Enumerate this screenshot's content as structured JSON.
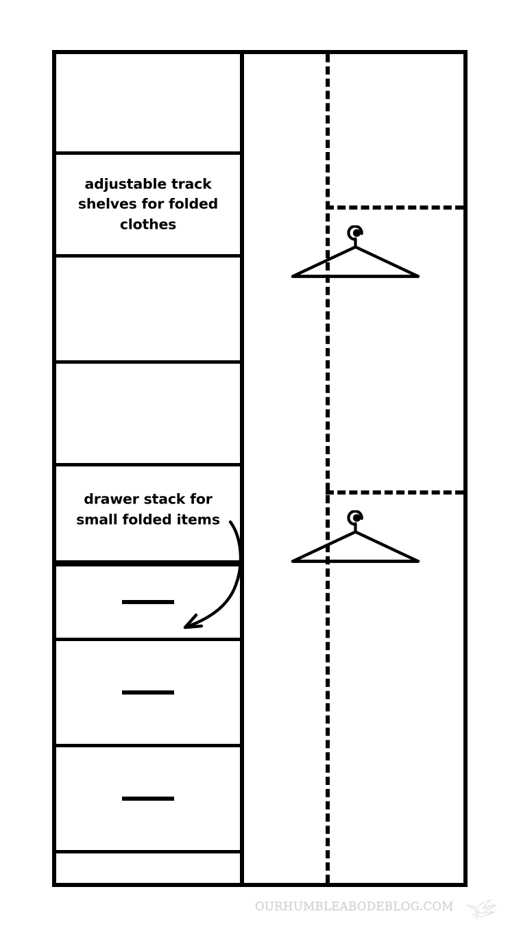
{
  "diagram": {
    "title": "Closet organizer elevation diagram",
    "frame": {
      "left_tower_label": "shelf-and-drawer-tower",
      "right_bay_label": "double-hang-section"
    },
    "left_tower": {
      "cells": [
        {
          "id": "top-shelf",
          "label": ""
        },
        {
          "id": "labeled-shelf",
          "label": "adjustable track shelves for folded clothes"
        },
        {
          "id": "shelf-3",
          "label": ""
        },
        {
          "id": "shelf-4",
          "label": ""
        },
        {
          "id": "drawer-callout-shelf",
          "label": "drawer stack for small folded items"
        },
        {
          "id": "drawer-1",
          "label": "",
          "has_pull": true
        },
        {
          "id": "drawer-2",
          "label": "",
          "has_pull": true
        },
        {
          "id": "drawer-3",
          "label": "",
          "has_pull": true
        },
        {
          "id": "toe-kick",
          "label": ""
        }
      ]
    },
    "right_bay": {
      "rods": [
        {
          "id": "upper-hanging-rod",
          "icon": "hanger-icon"
        },
        {
          "id": "lower-hanging-rod",
          "icon": "hanger-icon"
        }
      ],
      "vertical_guide": "dashed-vertical-guide"
    },
    "annotations": {
      "arrow": "curved-arrow-to-drawer"
    }
  },
  "watermark": {
    "text": "OURHUMBLEABODEBLOG.COM",
    "bird": "bird-icon"
  },
  "colors": {
    "line": "#000000",
    "background": "#ffffff",
    "watermark": "#d8d8d8"
  }
}
